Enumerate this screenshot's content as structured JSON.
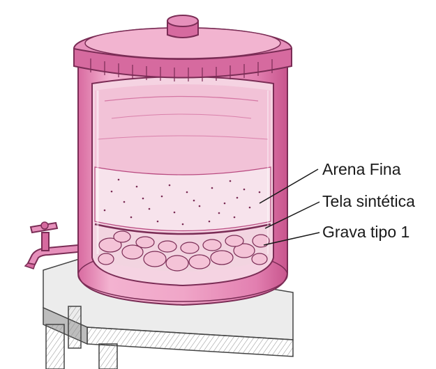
{
  "labels": {
    "fine_sand": "Arena Fina",
    "synthetic_cloth": "Tela sintética",
    "gravel": "Grava tipo 1"
  },
  "colors": {
    "tank_pink": "#e88ab8",
    "tank_dark": "#b8487f",
    "sand": "#f6dde7",
    "water": "#f3c6d8",
    "table_gray": "#d8d8d8",
    "ink": "#1a1a1a"
  }
}
